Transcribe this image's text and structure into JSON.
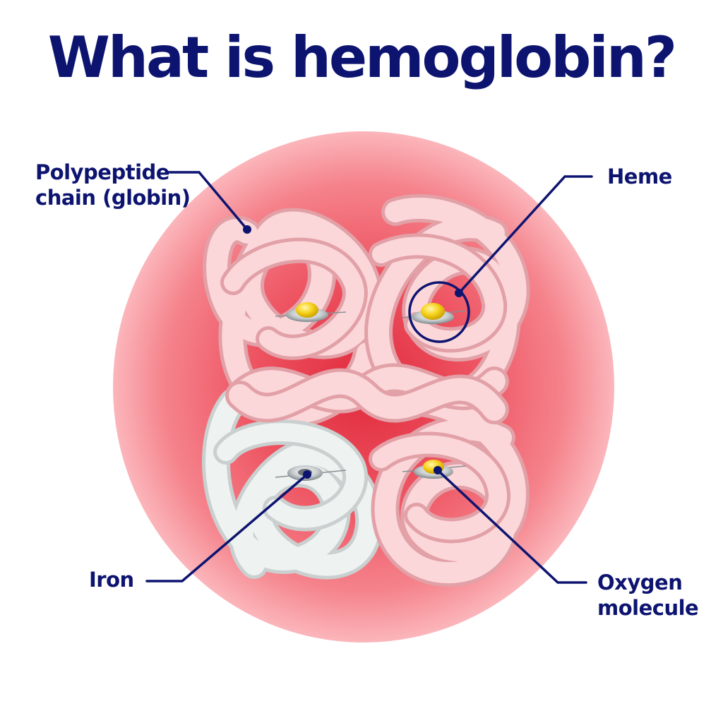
{
  "title": "What is hemoglobin?",
  "labels": {
    "polypeptide": [
      "Polypeptide",
      "chain (globin)"
    ],
    "heme": [
      "Heme"
    ],
    "iron": [
      "Iron"
    ],
    "oxygen": [
      "Oxygen",
      "molecule"
    ]
  },
  "colors": {
    "text": "#0d1470",
    "cell": "#f06672",
    "chain": "#f9c6cb",
    "chain_grey": "#e7eceb",
    "oxygen": "#f6d21a",
    "iron": "#9aa0a4"
  }
}
